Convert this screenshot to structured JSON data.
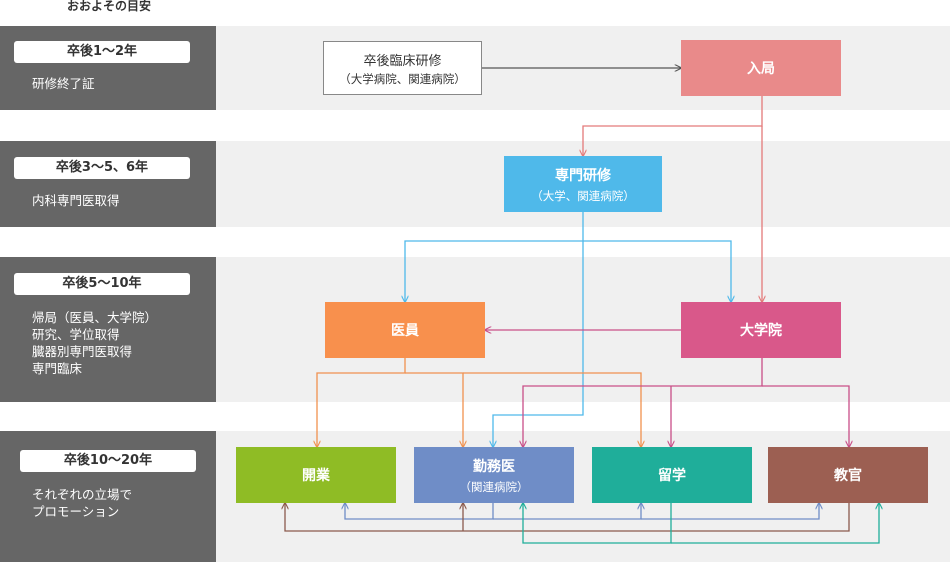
{
  "caption": "おおよその目安",
  "stages": [
    {
      "label": "卒後1〜2年",
      "note": "研修終了証"
    },
    {
      "label": "卒後3〜5、6年",
      "note": "内科専門医取得"
    },
    {
      "label": "卒後5〜10年",
      "note": "帰局（医員、大学院）\n研究、学位取得\n臓器別専門医取得\n専門臨床"
    },
    {
      "label": "卒後10〜20年",
      "note": "それぞれの立場で\nプロモーション"
    }
  ],
  "nodes": {
    "rinsho": {
      "title": "卒後臨床研修",
      "sub": "（大学病院、関連病院）"
    },
    "nyukyoku": {
      "title": "入局",
      "color": "#e98a8a"
    },
    "senmon": {
      "title": "専門研修",
      "sub": "（大学、関連病院）",
      "color": "#4fb9ea"
    },
    "iin": {
      "title": "医員",
      "color": "#f8904d"
    },
    "daigakuin": {
      "title": "大学院",
      "color": "#d9588a"
    },
    "kaigyo": {
      "title": "開業",
      "color": "#8fbc25"
    },
    "kinmui": {
      "title": "勤務医",
      "sub": "（関連病院）",
      "color": "#6f8dc7"
    },
    "ryugaku": {
      "title": "留学",
      "color": "#1fae9a"
    },
    "kyokan": {
      "title": "教官",
      "color": "#9c5f52"
    }
  },
  "colors": {
    "gray_line": "#555555",
    "pink_line": "#e37a7a",
    "blue_line": "#4fb9ea",
    "orange_line": "#f0914f",
    "magenta_line": "#c94f88",
    "brown_line": "#8b5a4d",
    "steel_line": "#6f8dc7",
    "teal_line": "#1fae9a"
  }
}
